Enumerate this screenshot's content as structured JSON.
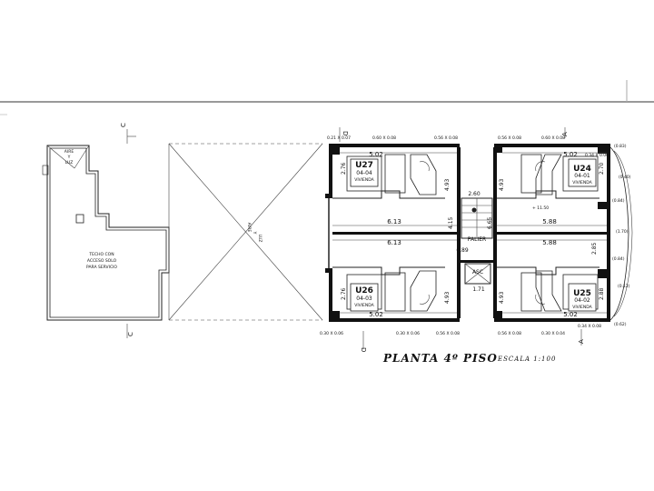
{
  "plan_title": "PLANTA 4º PISO",
  "scale_label": "ESCALA 1:100",
  "roof_label": [
    "TECHO CON",
    "ACCESO SOLO",
    "PARA SERVICIO"
  ],
  "air_light_label": [
    "AIRE",
    "Y",
    "LUZ"
  ],
  "section_marks": [
    "C",
    "C",
    "D",
    "D",
    "A",
    "A"
  ],
  "units": [
    {
      "code": "U27",
      "number": "04-04",
      "type": "VIVIENDA"
    },
    {
      "code": "U24",
      "number": "04-01",
      "type": "VIVIENDA"
    },
    {
      "code": "U26",
      "number": "04-03",
      "type": "VIVIENDA"
    },
    {
      "code": "U25",
      "number": "04-02",
      "type": "VIVIENDA"
    }
  ],
  "core": {
    "landing": "PALIER",
    "elevator": "ASC"
  },
  "dimensions": {
    "unit_width_left": "5.02",
    "unit_width_right": "5.02",
    "left_span": "6.13",
    "right_span": "5.88",
    "core_width": "2.60",
    "landing_width": "0.89",
    "elevator_width": "1.71",
    "core_depth_left": "4.93",
    "core_depth_right": "4.93",
    "stair_depth": "4.15",
    "stair_depth_2": "6.65",
    "unit_depth_left": "2.76",
    "unit_depth_right": "2.70",
    "lower_depth": "2.85",
    "lower_depth_2": "2.88",
    "top_dims": [
      "0.21 X 0.07",
      "0.60 X 0.08",
      "0.56 X 0.08",
      "0.56 X 0.08",
      "0.60 X 0.08",
      "0.34 X 0.06"
    ],
    "bottom_dims": [
      "0.30 X 0.06",
      "0.30 X 0.06",
      "0.56 X 0.08",
      "0.56 X 0.08",
      "0.30 X 0.04",
      "0.34 X 0.08"
    ],
    "side_dims": [
      "(0.83)",
      "(0.40)",
      "(1.70)",
      "(0.84)",
      "(0.84)",
      "(0.12)",
      "(0.62)"
    ],
    "level": "+ 11.50"
  }
}
